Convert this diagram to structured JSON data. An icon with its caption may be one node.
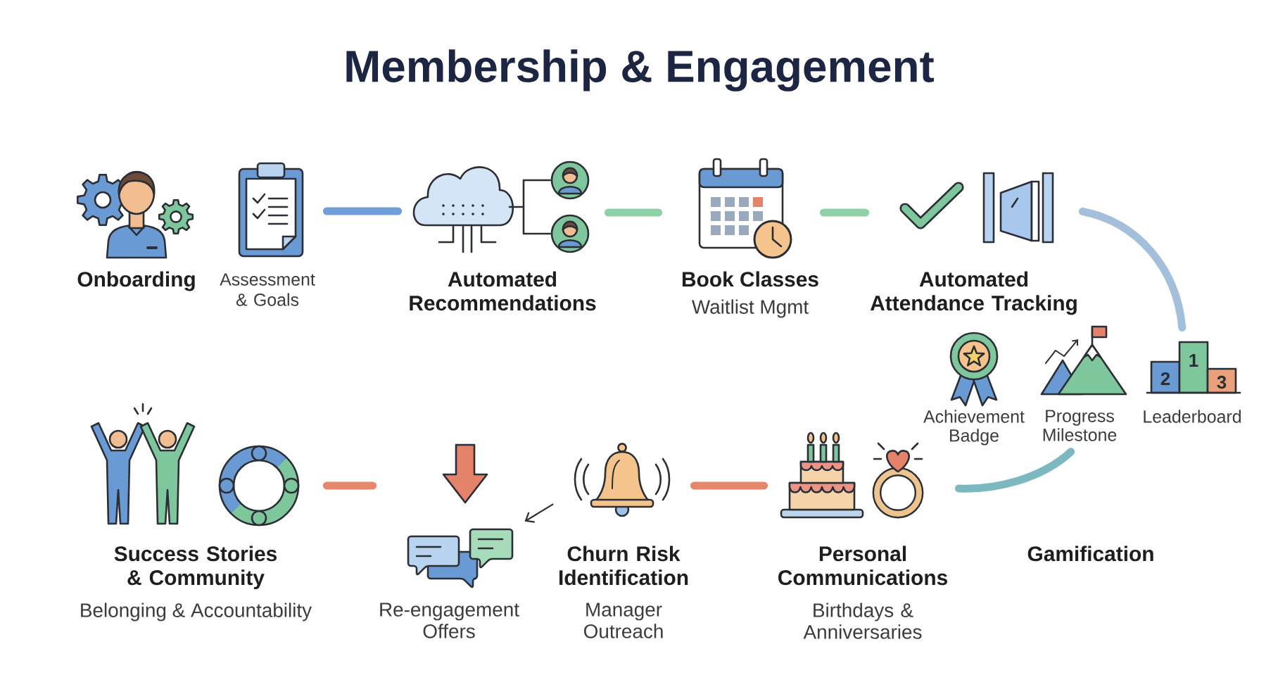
{
  "diagram": {
    "title": "Membership & Engagement",
    "nodes": [
      {
        "text": [
          "Onboarding"
        ]
      },
      {
        "text": [
          "Assessment & Goals"
        ]
      },
      {
        "text": [
          "Automated Recommendations"
        ]
      },
      {
        "text": [
          "Book Classes",
          "Waitlist Mgmt"
        ]
      },
      {
        "text": [
          "Automated Attendance Tracking"
        ]
      },
      {
        "text": [
          "Achievement Badge"
        ]
      },
      {
        "text": [
          "Progress Milestone"
        ]
      },
      {
        "text": [
          "Leaderboard"
        ]
      },
      {
        "text": [
          "Success Stories & Community",
          "Belonging & Accountability"
        ]
      },
      {
        "text": [
          "Re-engagement Offers"
        ]
      },
      {
        "text": [
          "Churn Risk Identification",
          "Manager Outreach"
        ]
      },
      {
        "text": [
          "Personal Communications",
          "Birthdays & Anniversaries"
        ]
      },
      {
        "text": [
          "Gamification"
        ]
      }
    ],
    "edges": [
      {
        "from": 1,
        "to": 2,
        "arrow": "none",
        "color": "#6f9fd8"
      },
      {
        "from": 2,
        "to": 3,
        "arrow": "none",
        "color": "#8fd1a6"
      },
      {
        "from": 3,
        "to": 4,
        "arrow": "none",
        "color": "#8fd1a6"
      },
      {
        "from": 4,
        "to": 7,
        "arrow": "none",
        "color": "#a3bfdc"
      },
      {
        "from": 6,
        "to": 11,
        "arrow": "none",
        "color": "#7bb8c0"
      },
      {
        "from": 11,
        "to": 10,
        "arrow": "none",
        "color": "#e4876b"
      },
      {
        "from": 10,
        "to": 9,
        "arrow": "to",
        "color": "#2b2e35"
      },
      {
        "from": 9,
        "to": 8,
        "arrow": "none",
        "color": "#e4876b"
      }
    ],
    "labels": [
      "2",
      "1",
      "3"
    ]
  }
}
